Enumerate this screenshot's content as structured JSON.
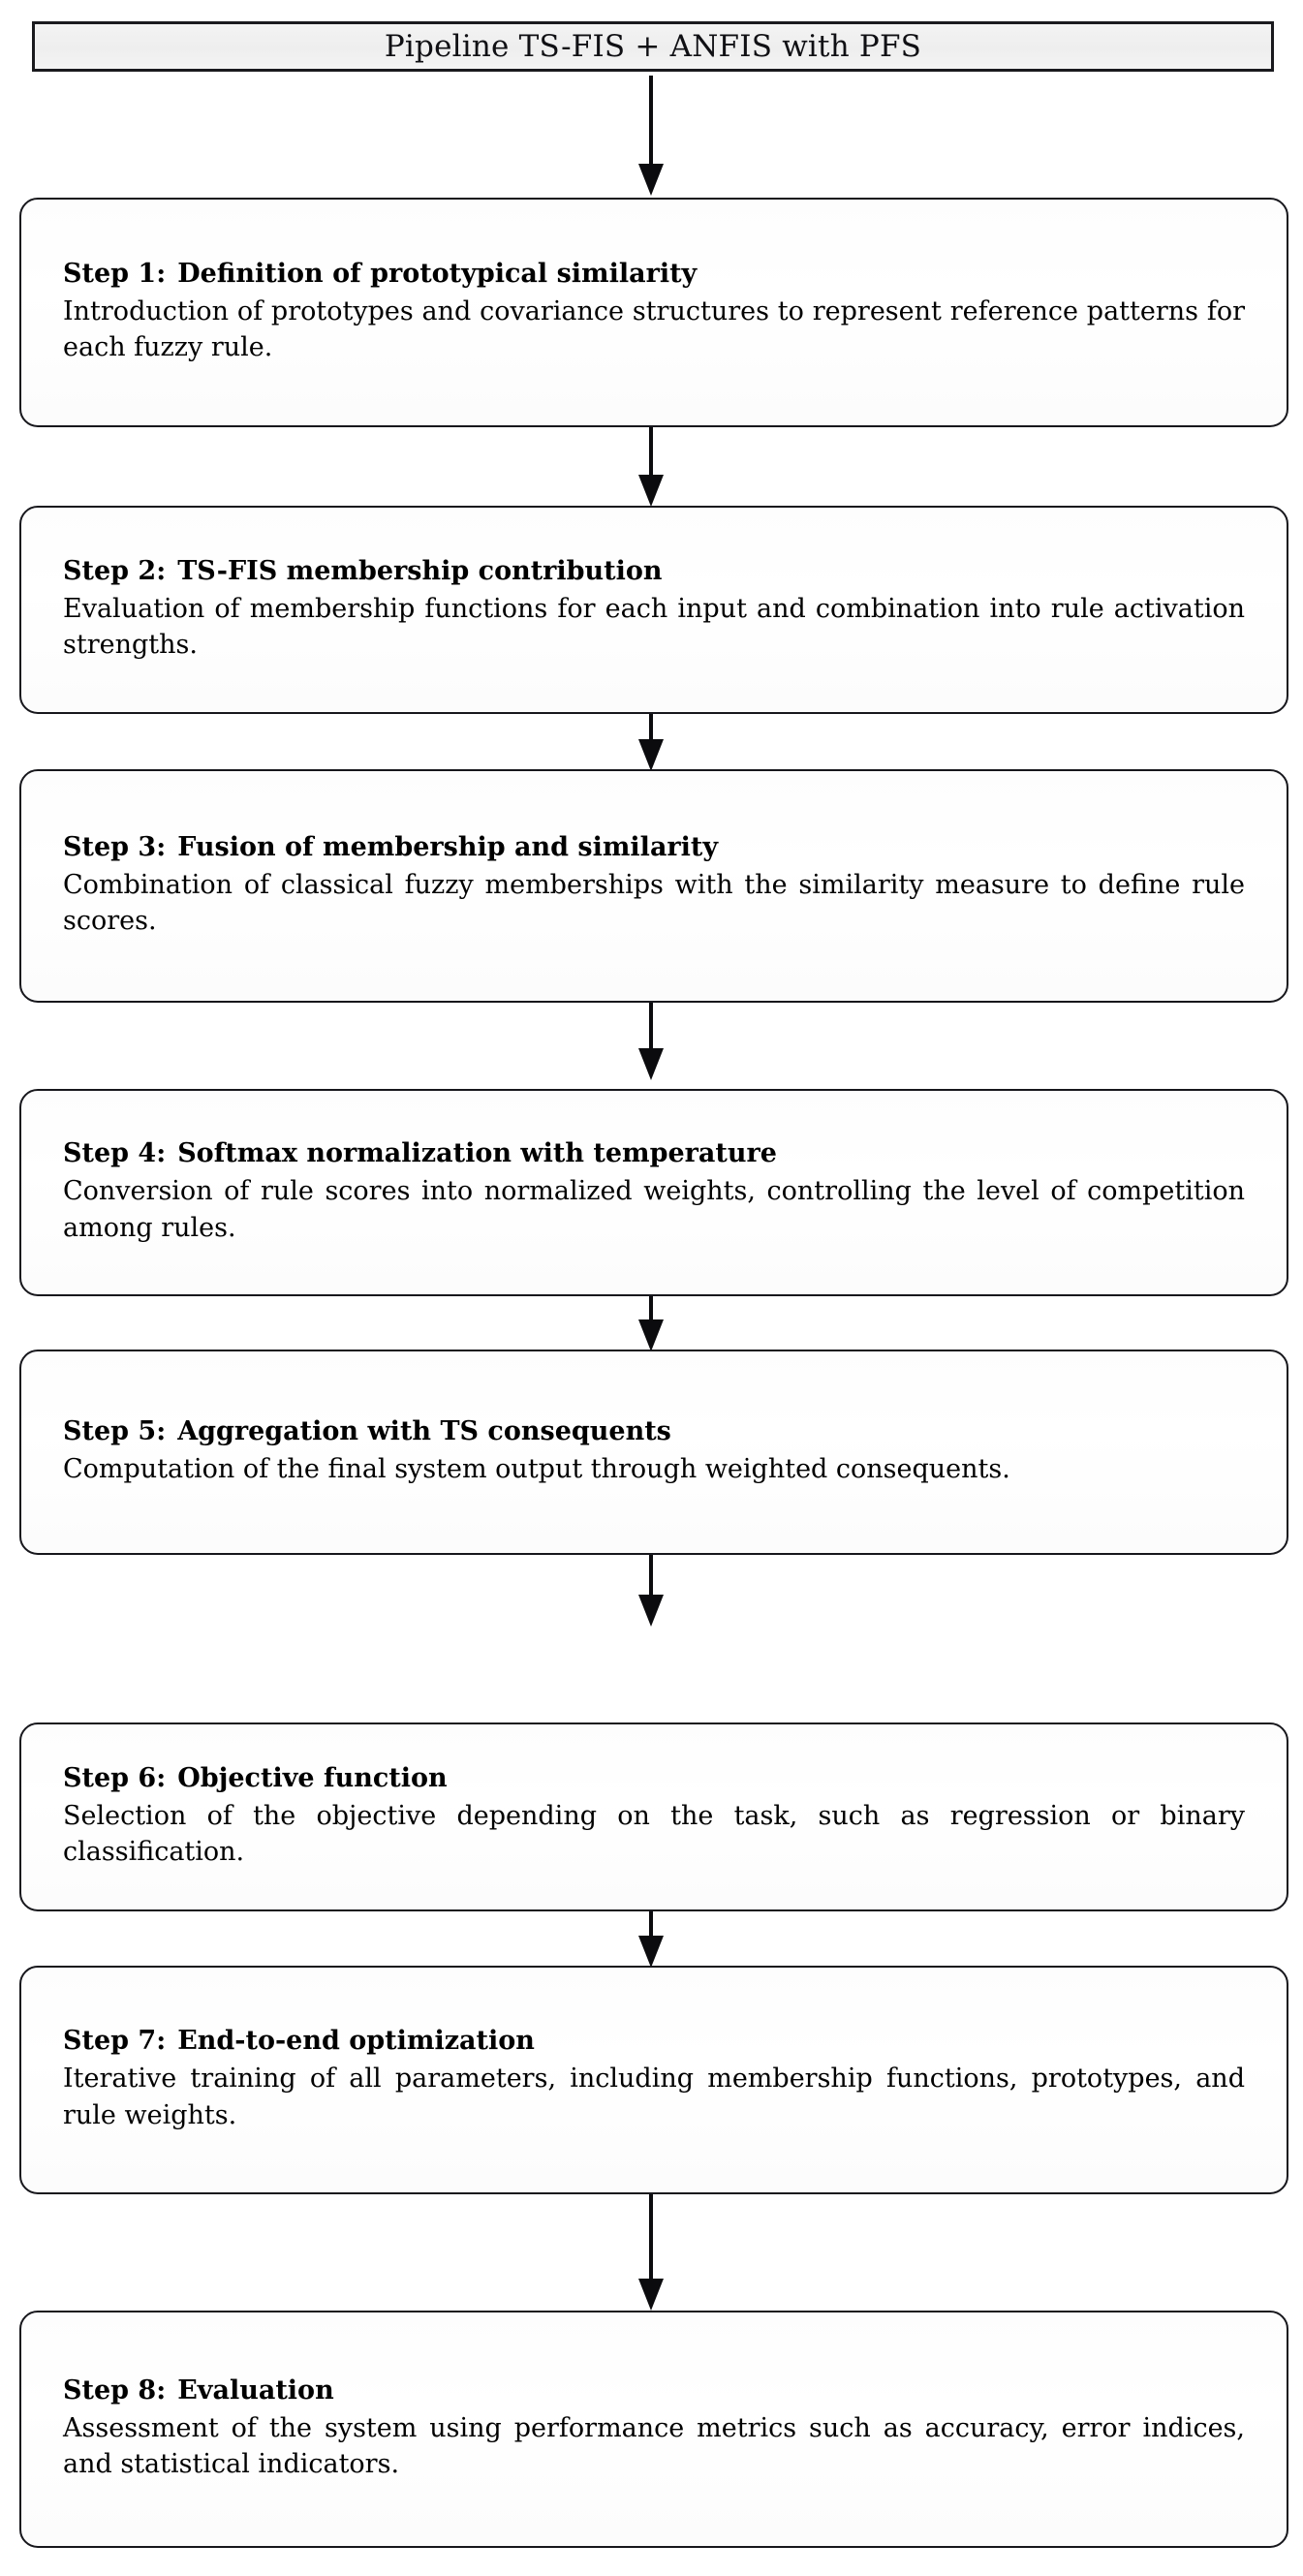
{
  "header": {
    "title": "Pipeline TS-FIS + ANFIS with PFS"
  },
  "steps": [
    {
      "label": "Step 1:",
      "title": "Definition of prototypical similarity",
      "body": "Introduction of prototypes and covariance structures to repre­sent reference patterns for each fuzzy rule."
    },
    {
      "label": "Step 2:",
      "title": "TS-FIS membership contribution",
      "body": "Evaluation of membership functions for each input and combi­nation into rule activation strengths."
    },
    {
      "label": "Step 3:",
      "title": "Fusion of membership and similarity",
      "body": "Combination of classical fuzzy memberships with the similar­ity measure to define rule scores."
    },
    {
      "label": "Step 4:",
      "title": "Softmax normalization with temperature",
      "body": "Conversion of rule scores into normalized weights, controlling the level of competition among rules."
    },
    {
      "label": "Step 5:",
      "title": "Aggregation with TS consequents",
      "body": "Computation of the final system output through weighted consequents."
    },
    {
      "label": "Step 6:",
      "title": "Objective function",
      "body": "Selection of the objective depending on the task, such as re­gression or binary classification."
    },
    {
      "label": "Step 7:",
      "title": "End-to-end optimization",
      "body": "Iterative training of all parameters, including membership functions, prototypes, and rule weights."
    },
    {
      "label": "Step 8:",
      "title": "Evaluation",
      "body": "Assessment of the system using performance metrics such as accuracy, error indices, and statistical indicators."
    }
  ],
  "colors": {
    "box_border": "#17171c",
    "header_fill": "#f0f0f0",
    "step_fill": "#ffffff",
    "arrow": "#0b0b0e",
    "text": "#000000"
  },
  "connectors": [
    {
      "from": "header",
      "to": "step-1"
    },
    {
      "from": "step-1",
      "to": "step-2"
    },
    {
      "from": "step-2",
      "to": "step-3"
    },
    {
      "from": "step-3",
      "to": "step-4"
    },
    {
      "from": "step-4",
      "to": "step-5"
    },
    {
      "from": "step-5",
      "to": "step-6"
    },
    {
      "from": "step-6",
      "to": "step-7"
    },
    {
      "from": "step-7",
      "to": "step-8"
    }
  ]
}
